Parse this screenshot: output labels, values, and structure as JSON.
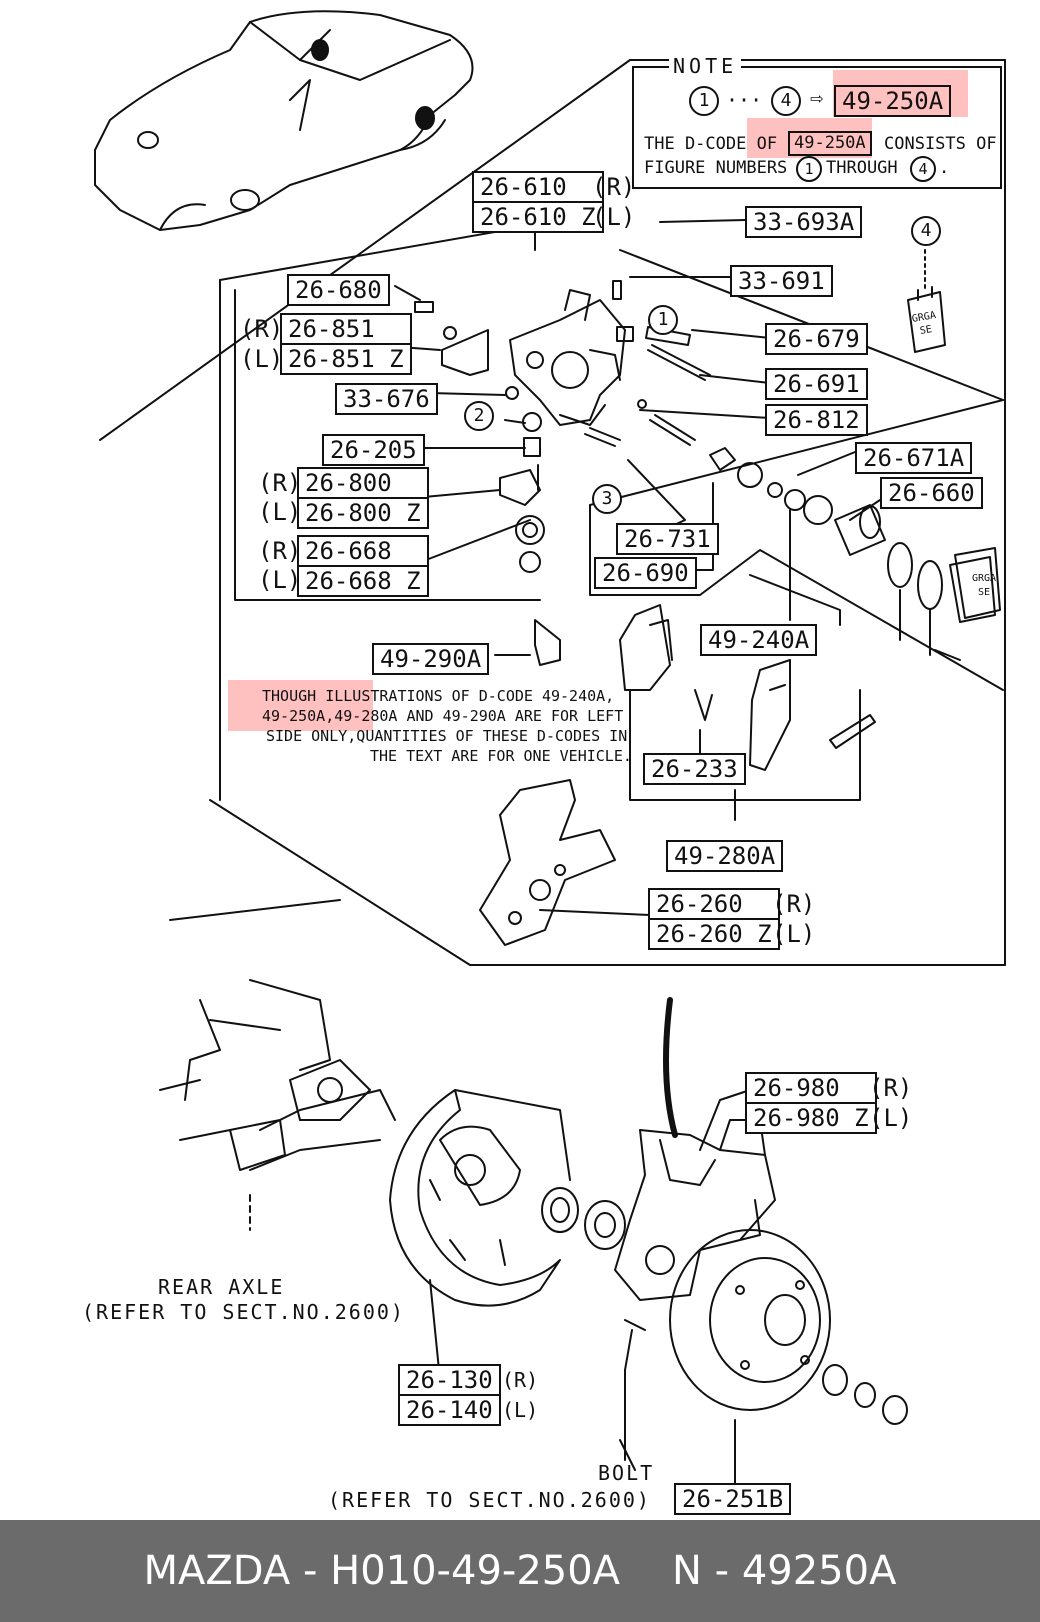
{
  "note": {
    "title": "NOTE",
    "range_start": "1",
    "range_dots": "···",
    "range_end": "4",
    "arrow": "⇨",
    "code": "49-250A",
    "line1_pre": "THE D-CODE OF",
    "line1_code": "49-250A",
    "line1_post": "CONSISTS OF",
    "line2_pre": "FIGURE NUMBERS",
    "line2_from": "1",
    "line2_mid": "THROUGH",
    "line2_to": "4",
    "line2_end": "."
  },
  "callouts": {
    "c1": "1",
    "c2": "2",
    "c3": "3",
    "c4": "4"
  },
  "parts": {
    "p26_610": "26-610",
    "p26_610z": "26-610 Z",
    "p33_693a": "33-693A",
    "p26_680": "26-680",
    "p33_691": "33-691",
    "p26_851": "26-851",
    "p26_851z": "26-851 Z",
    "p26_679": "26-679",
    "p33_676": "33-676",
    "p26_691": "26-691",
    "p26_812": "26-812",
    "p26_205": "26-205",
    "p26_671a": "26-671A",
    "p26_800": "26-800",
    "p26_800z": "26-800 Z",
    "p26_660": "26-660",
    "p26_731": "26-731",
    "p26_668": "26-668",
    "p26_668z": "26-668 Z",
    "p26_690": "26-690",
    "p49_240a": "49-240A",
    "p49_290a": "49-290A",
    "p26_233": "26-233",
    "p49_280a": "49-280A",
    "p26_260": "26-260",
    "p26_260z": "26-260 Z",
    "p26_980": "26-980",
    "p26_980z": "26-980 Z",
    "p26_130": "26-130",
    "p26_140": "26-140",
    "p26_251b": "26-251B"
  },
  "sides": {
    "r": "(R)",
    "l": "(L)"
  },
  "illustration_note": {
    "line1": "THOUGH ILLUSTRATIONS OF D-CODE 49-240A,",
    "line2": "49-250A,49-280A AND 49-290A ARE FOR LEFT",
    "line3": "SIDE ONLY,QUANTITIES OF THESE D-CODES IN",
    "line4": "THE TEXT ARE FOR ONE VEHICLE."
  },
  "rear_axle": {
    "line1": "REAR AXLE",
    "line2": "(REFER TO SECT.NO.2600)"
  },
  "bolt": {
    "line1": "BOLT",
    "line2": "(REFER TO SECT.NO.2600)"
  },
  "pad_marking": {
    "line1": "GRGA",
    "line2": "SE"
  },
  "footer": {
    "left": "MAZDA - H010-49-250A",
    "right": "N - 49250A"
  },
  "colors": {
    "highlight": "#ff3c3c",
    "footer_bg": "#6b6b6b",
    "ink": "#111111"
  }
}
